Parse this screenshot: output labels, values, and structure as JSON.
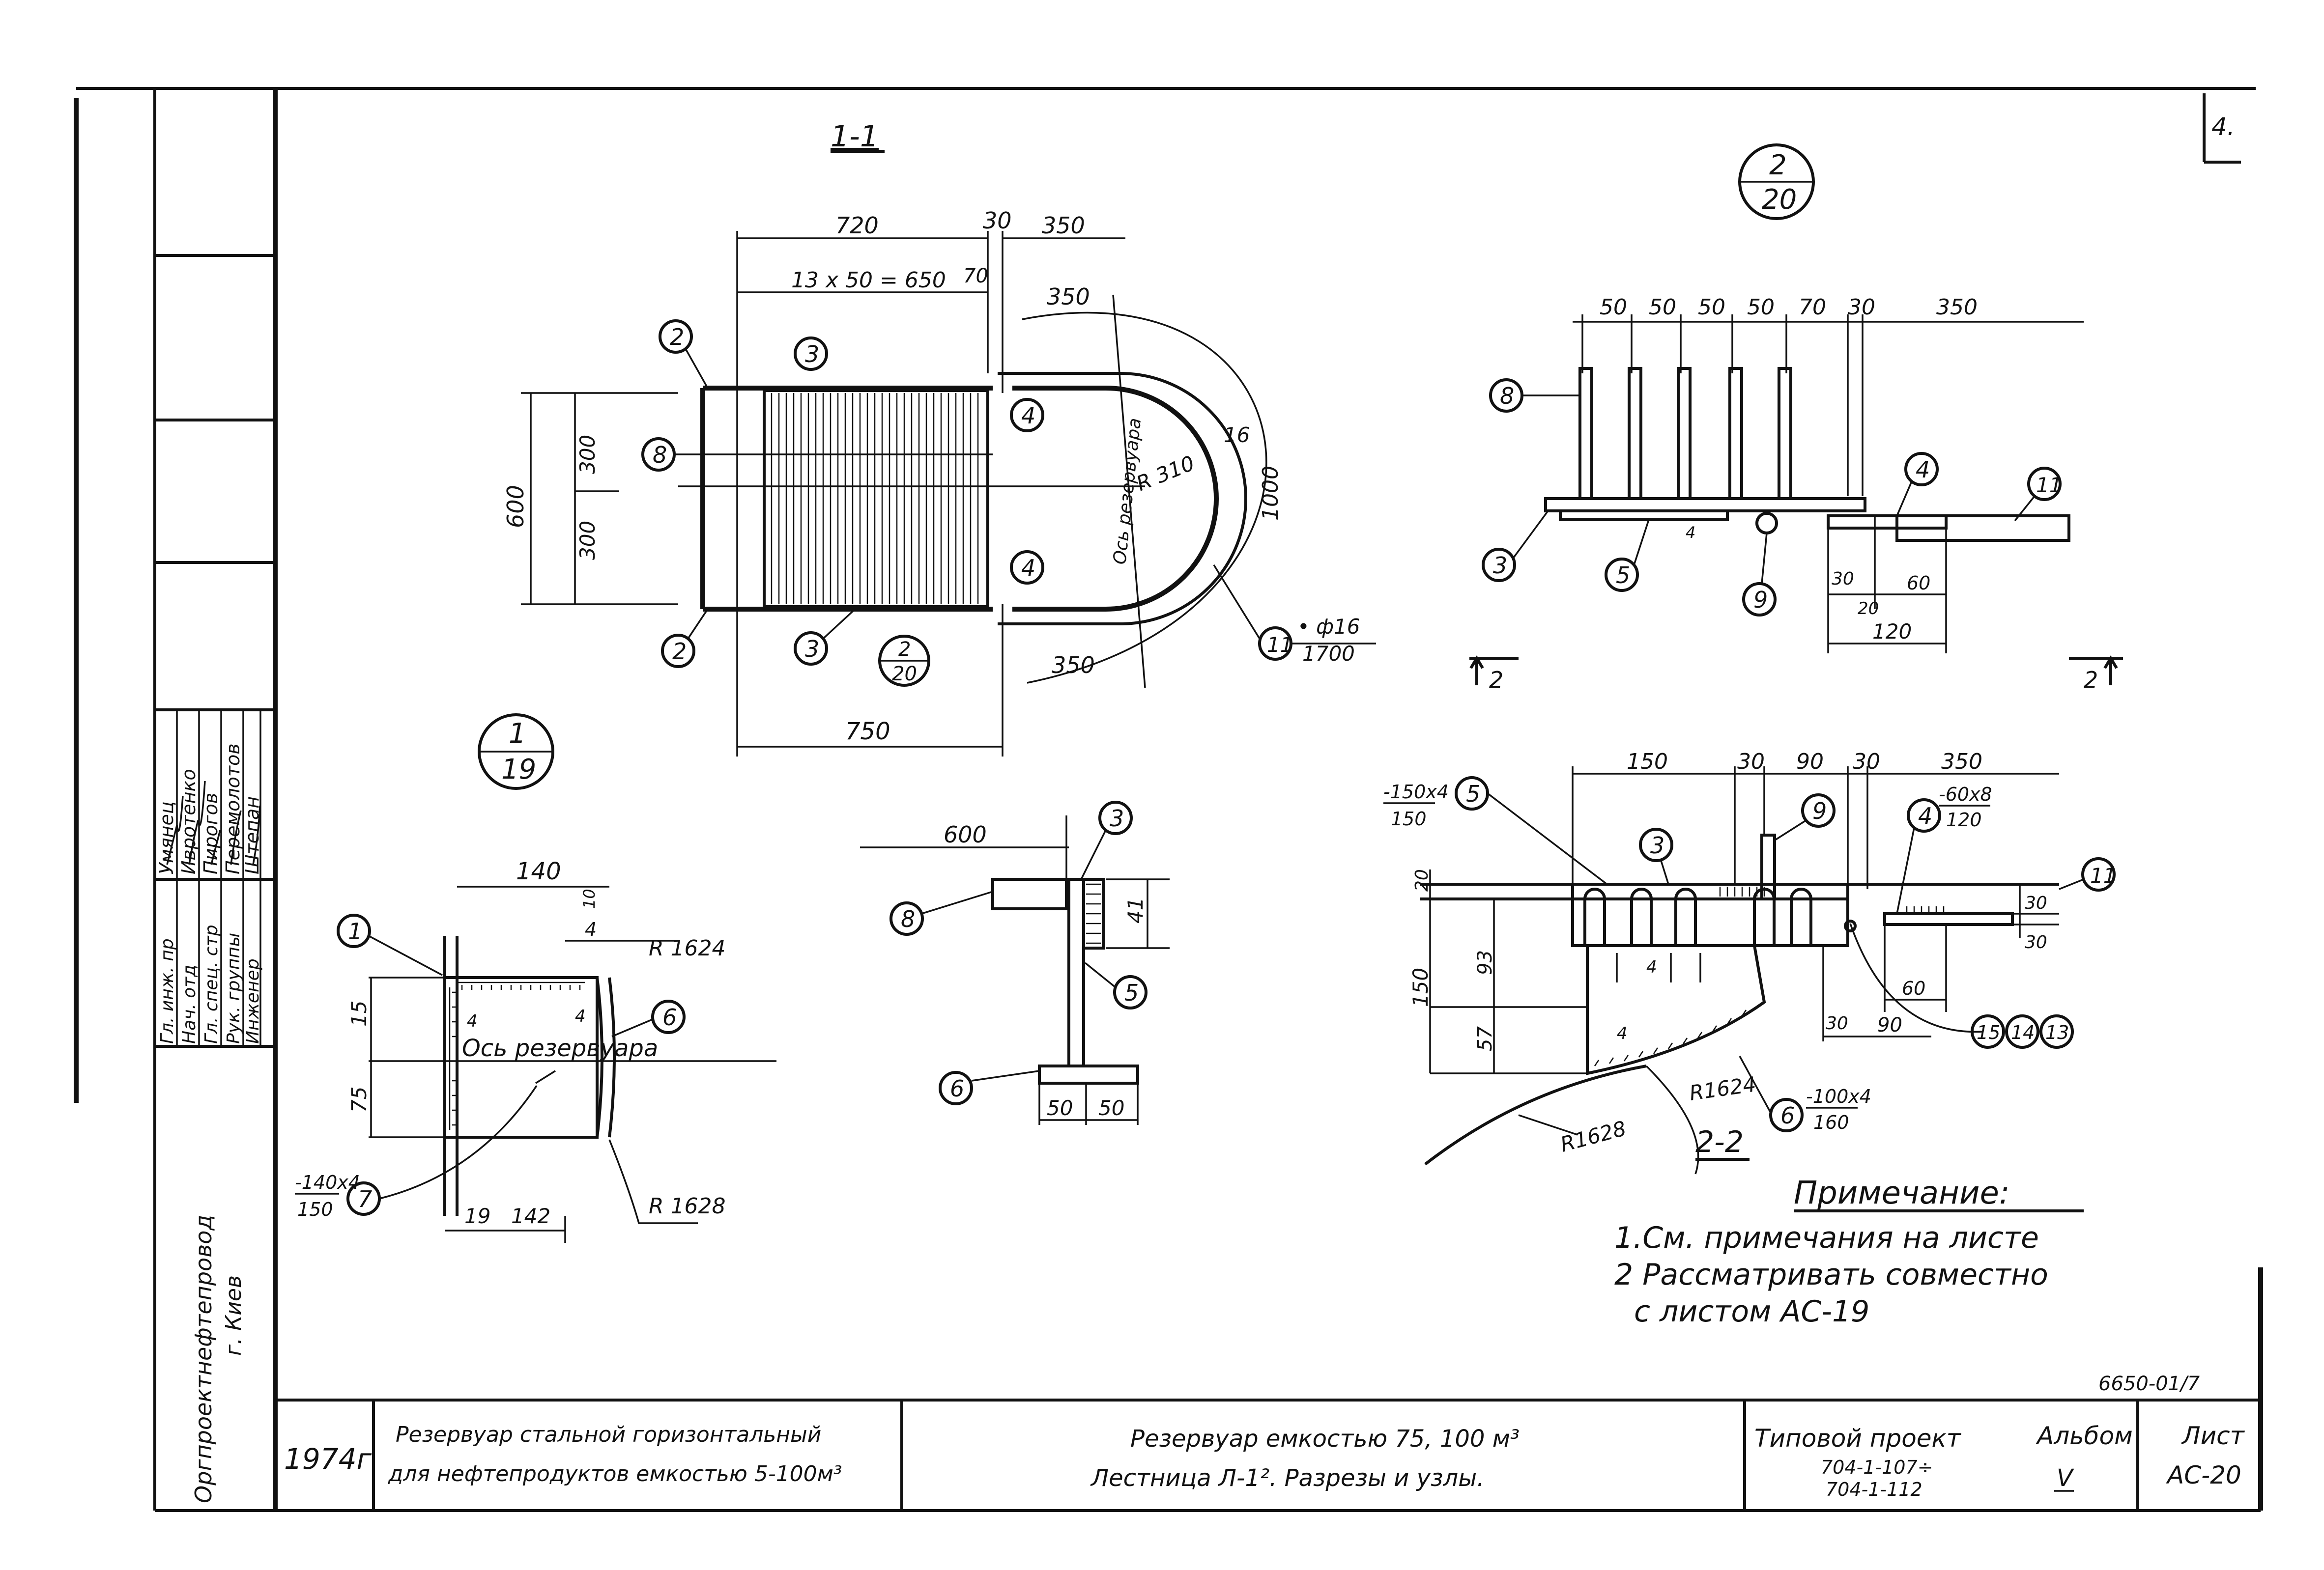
{
  "sheet": {
    "page_num": "4.",
    "drawing_code": "6650-01/7"
  },
  "view_1_1": {
    "title": "1-1",
    "dim_720": "720",
    "dim_30": "30",
    "dim_350_top": "350",
    "dim_steps": "13 x 50 = 650",
    "dim_70": "70",
    "dim_350_upper": "350",
    "dim_350_lower": "350",
    "dim_750": "750",
    "dim_600": "600",
    "dim_300_a": "300",
    "dim_300_b": "300",
    "axis_label": "Ось резервуара",
    "radius": "R 310",
    "dim_16": "16",
    "dim_1000": "1000",
    "item_11_spec_top": "• ф16",
    "item_11_spec_bottom": "1700",
    "callouts": [
      "2",
      "3",
      "4",
      "8",
      "4",
      "2",
      "3",
      "11"
    ],
    "node_ref_top": "2",
    "node_ref_bottom": "20"
  },
  "node_2_20": {
    "ref_top": "2",
    "ref_bottom": "20",
    "dims_top": [
      "50",
      "50",
      "50",
      "50",
      "70",
      "30",
      "350"
    ],
    "dim_4": "4",
    "dim_30": "30",
    "dim_20": "20",
    "dim_60": "60",
    "dim_120": "120",
    "callouts": [
      "8",
      "4",
      "11",
      "3",
      "5",
      "9"
    ],
    "section_left": "2",
    "section_right": "2"
  },
  "node_1_19": {
    "ref_top": "1",
    "ref_bottom": "19",
    "dim_140": "140",
    "dim_10": "10",
    "dim_4a": "4",
    "radius_top": "R 1624",
    "dim_15": "15",
    "dim_75": "75",
    "dim_4b": "4",
    "dim_4c": "4",
    "axis_label": "Ось резервуара",
    "plate_spec_top": "-140x4",
    "plate_spec_bottom": "150",
    "dim_19": "19",
    "dim_142": "142",
    "radius_bottom": "R 1628",
    "callouts": [
      "1",
      "6",
      "7"
    ]
  },
  "step_section": {
    "dim_600": "600",
    "dim_41": "41",
    "dim_50a": "50",
    "dim_50b": "50",
    "callouts": [
      "3",
      "8",
      "5",
      "6"
    ]
  },
  "section_2_2": {
    "title": "2-2",
    "dims_top": [
      "150",
      "30",
      "90",
      "30",
      "350"
    ],
    "item_5_spec_top": "-150x4",
    "item_5_spec_bottom": "150",
    "item_4_spec_top": "-60x8",
    "item_4_spec_bottom": "120",
    "dim_20": "20",
    "dim_150": "150",
    "dim_93": "93",
    "dim_57": "57",
    "dim_4a": "4",
    "dim_4b": "4",
    "dim_30a": "30",
    "dim_30b": "30",
    "dim_60": "60",
    "dim_30c": "30",
    "dim_90": "90",
    "radius_inner": "R1624",
    "item_6_spec_top": "-100x4",
    "item_6_spec_bottom": "160",
    "radius_outer": "R1628",
    "callouts": [
      "5",
      "3",
      "9",
      "4",
      "11",
      "6",
      "15",
      "14",
      "13"
    ]
  },
  "note": {
    "title": "Примечание:",
    "line1": "1.См. примечания на листе",
    "line2": "2 Рассматривать совместно",
    "line3": "с листом АС-19"
  },
  "left_strip": {
    "org": "Оргпроектнефтепровод",
    "org_city": "г. Киев",
    "roles": [
      "Гл. инж. пр",
      "Нач. отд",
      "Гл. спец. стр",
      "Рук. группы",
      "Инженер"
    ],
    "names": [
      "Умянец",
      "Ивротенко",
      "Пирогов",
      "Перемолотов",
      "Штепан"
    ]
  },
  "title_block": {
    "year": "1974г",
    "desc_line1": "Резервуар стальной горизонтальный",
    "desc_line2": "для нефтепродуктов емкостью 5-100м³",
    "title_line1": "Резервуар емкостью 75, 100 м³",
    "title_line2": "Лестница Л-1². Разрезы и узлы.",
    "project_label": "Типовой проект",
    "project_num1": "704-1-107÷",
    "project_num2": "704-1-112",
    "album_label": "Альбом",
    "album_value": "V",
    "sheet_label": "Лист",
    "sheet_value": "АС-20"
  }
}
